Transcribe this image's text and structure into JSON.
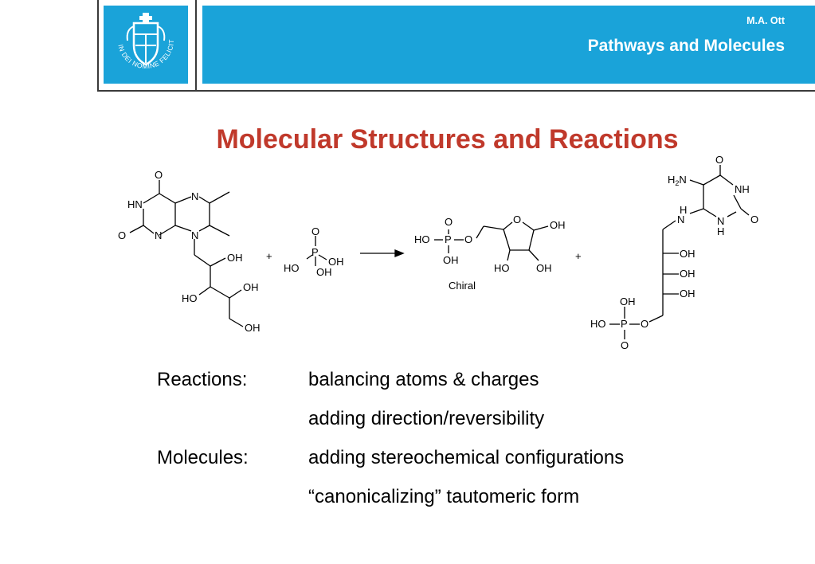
{
  "header": {
    "author": "M.A. Ott",
    "subtitle": "Pathways and Molecules",
    "logo_motto": "IN DEI NOMINE FELICITER",
    "brand_color": "#1aa3d9"
  },
  "slide": {
    "title": "Molecular Structures and Reactions",
    "title_color": "#c0392b"
  },
  "reaction": {
    "plus": "+",
    "chiral_label": "Chiral",
    "atoms": {
      "O": "O",
      "N": "N",
      "HN": "HN",
      "NH": "NH",
      "H": "H",
      "OH": "OH",
      "HO": "HO",
      "P": "P",
      "H2N_H": "H",
      "H2N_2": "2",
      "H2N_N": "N"
    }
  },
  "notes": [
    {
      "term": "Reactions:",
      "desc": "balancing atoms & charges"
    },
    {
      "term": "",
      "desc": "adding direction/reversibility"
    },
    {
      "term": "Molecules:",
      "desc": "adding stereochemical configurations"
    },
    {
      "term": "",
      "desc": "“canonicalizing” tautomeric form"
    }
  ]
}
